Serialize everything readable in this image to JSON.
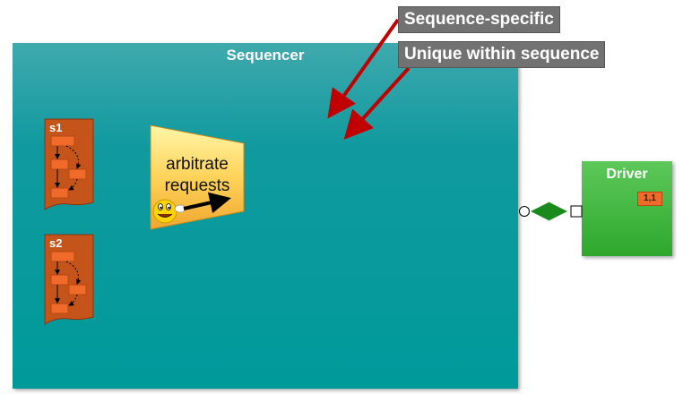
{
  "callouts": {
    "sequence_specific": "Sequence-specific",
    "unique_within_sequence": "Unique within sequence"
  },
  "sequencer": {
    "title": "Sequencer",
    "sequences": [
      {
        "label": "s1"
      },
      {
        "label": "s2"
      }
    ],
    "arbiter": {
      "text_line1": "arbitrate",
      "text_line2": "requests"
    }
  },
  "driver": {
    "title": "Driver",
    "transaction_badge": "1,1"
  },
  "colors": {
    "sequencer_fill": "#009a9b",
    "driver_fill": "#3fb63d",
    "sequence_fill": "#c4541a",
    "item_fill": "#f06a2a",
    "callout_fill": "#727272",
    "arrow_red": "#c00000",
    "connector_green": "#1a8a1a"
  },
  "icons": [
    "smiley-icon",
    "pointer-arrow-icon",
    "port-circle-icon",
    "export-square-icon",
    "bidirectional-arrow-icon"
  ]
}
